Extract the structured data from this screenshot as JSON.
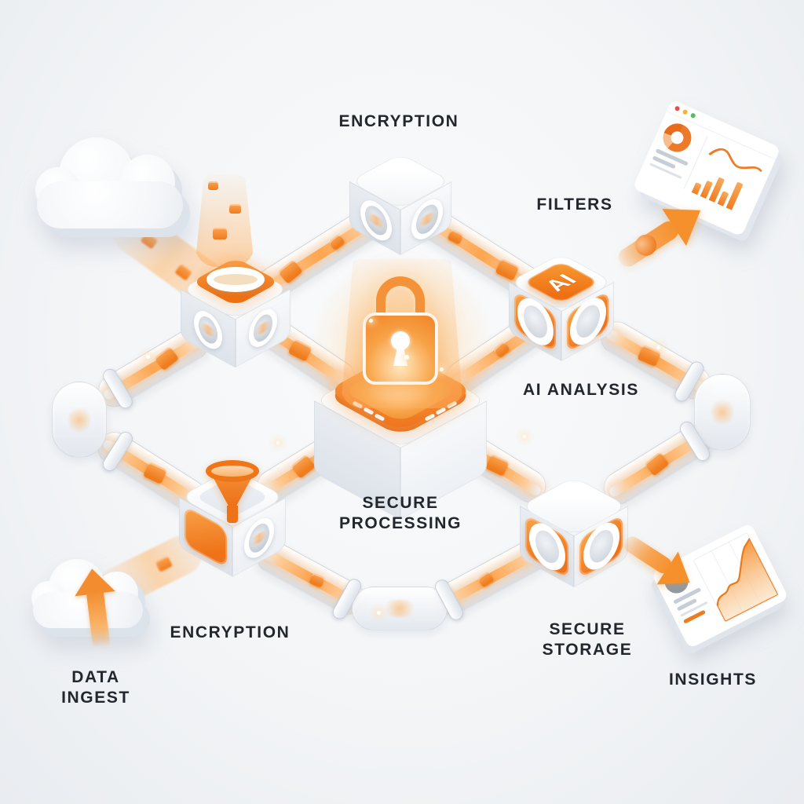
{
  "scene": {
    "title": "Secure AI data pipeline diagram"
  },
  "labels": {
    "encryption_top": "ENCRYPTION",
    "filters": "FILTERS",
    "ai_analysis": "AI ANALYSIS",
    "secure_processing": [
      "SECURE",
      "PROCESSING"
    ],
    "encryption_bottom": "ENCRYPTION",
    "data_ingest": [
      "DATA",
      "INGEST"
    ],
    "secure_storage": [
      "SECURE",
      "STORAGE"
    ],
    "insights": "INSIGHTS",
    "ai_chip": "AI"
  },
  "colors": {
    "accent_orange": "#EE7318",
    "orange_light": "#F9A24C",
    "stream_glow": "#FFC88E",
    "cube_white": "#FFFFFF",
    "pipe_glass": "#E9EDF2",
    "text": "#22272D",
    "background": "#F3F5F7",
    "window_dot_red": "#E0524D",
    "window_dot_yellow": "#F0B43C",
    "window_dot_green": "#57BB5F",
    "pie_gray": "#8E98A4"
  },
  "dashboard": {
    "bar_values": [
      35,
      55,
      80,
      45,
      90
    ],
    "donut_orange_pct": 74
  },
  "insights_card": {
    "pie_orange_pct": 26
  }
}
